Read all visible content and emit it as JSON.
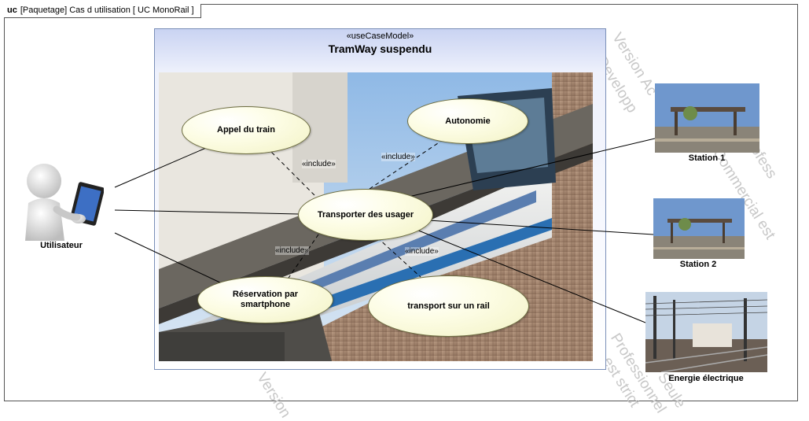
{
  "frame": {
    "keyword": "uc",
    "title": "[Paquetage] Cas d utilisation [ UC MonoRail ]"
  },
  "package": {
    "stereotype": "«useCaseModel»",
    "name": "TramWay suspendu"
  },
  "use_cases": {
    "appel": "Appel du train",
    "autonomie": "Autonomie",
    "transporter": "Transporter des usager",
    "reservation": "Réservation par smartphone",
    "rail": "transport sur un rail"
  },
  "include_label": "«include»",
  "actors": {
    "utilisateur": "Utilisateur",
    "station1": "Station 1",
    "station2": "Station 2",
    "energie": "Energie électrique"
  },
  "watermark": {
    "line1": "Version Ac",
    "line2": "Developp",
    "line3": "Profess",
    "line4": "Commercial est",
    "line5": "Version",
    "line6": "Professionnel",
    "line7": "Seule",
    "line8": "est strict"
  },
  "colors": {
    "usecase_fill": "#fdfde6",
    "usecase_border": "#6d6d40",
    "package_border": "#7a8fb8",
    "package_header": "#c9d3f2"
  }
}
